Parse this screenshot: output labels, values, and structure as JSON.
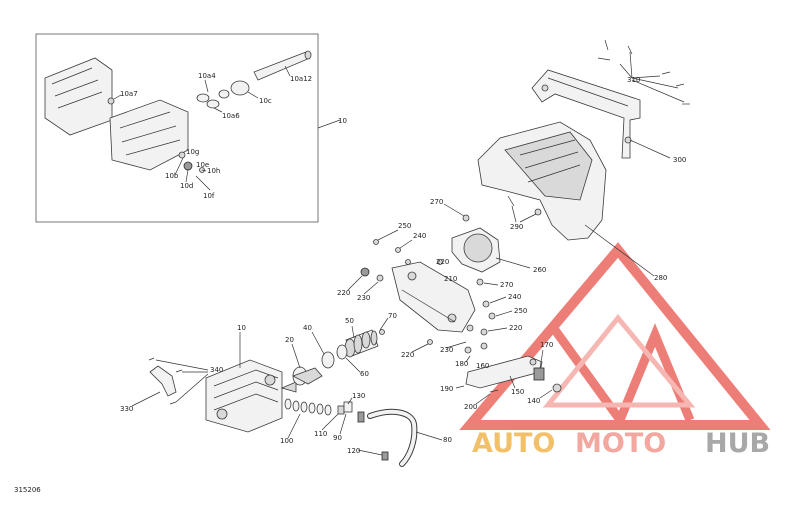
{
  "diagram_code": "315206",
  "watermark": {
    "auto": "AUTO",
    "moto": "MOTO",
    "hub": "HUB"
  },
  "colors": {
    "logo_red": "#e8544a",
    "logo_yellow": "#f3c06a",
    "logo_grey": "#a8a8a8"
  },
  "callouts": {
    "c10a7": "10a7",
    "c10a4": "10a4",
    "c10a6": "10a6",
    "c10c": "10c",
    "c10a12": "10a12",
    "c10_top": "10",
    "c10g": "10g",
    "c10e": "10e",
    "c10h": "10h",
    "c10b": "10b",
    "c10d": "10d",
    "c10f": "10f",
    "c310": "310",
    "c300": "300",
    "c270a": "270",
    "c290": "290",
    "c280": "280",
    "c260": "260",
    "c250a": "250",
    "c240a": "240",
    "c220a": "220",
    "c210": "210",
    "c230a": "230",
    "c220b": "220",
    "c270b": "270",
    "c240b": "240",
    "c250b": "250",
    "c220c": "220",
    "c230b": "230",
    "c220d": "220",
    "c180": "180",
    "c170": "170",
    "c160": "160",
    "c190": "190",
    "c150": "150",
    "c140": "140",
    "c200": "200",
    "c10_main": "10",
    "c20": "20",
    "c40": "40",
    "c50": "50",
    "c70": "70",
    "c60": "60",
    "c340": "340",
    "c330": "330",
    "c130": "130",
    "c100": "100",
    "c110": "110",
    "c90": "90",
    "c120": "120",
    "c80": "80"
  }
}
